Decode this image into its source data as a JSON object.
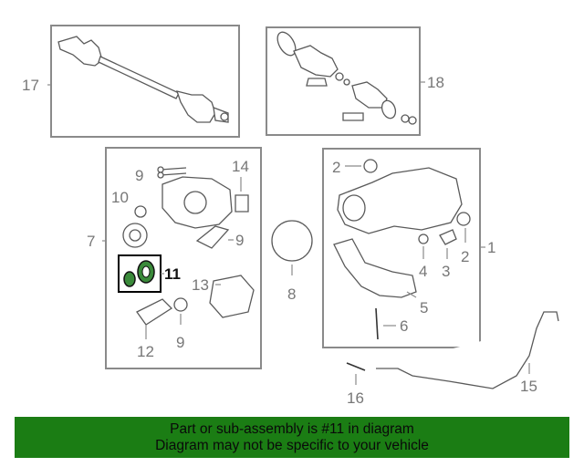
{
  "callouts": {
    "c1": "1",
    "c2a": "2",
    "c2b": "2",
    "c3": "3",
    "c4": "4",
    "c5": "5",
    "c6": "6",
    "c7": "7",
    "c8": "8",
    "c9a": "9",
    "c9b": "9",
    "c9c": "9",
    "c10": "10",
    "c11": "11",
    "c12": "12",
    "c13": "13",
    "c14": "14",
    "c15": "15",
    "c16": "16",
    "c17": "17",
    "c18": "18"
  },
  "banner": {
    "line1": "Part or sub-assembly is #11 in diagram",
    "line2": "Diagram may not be specific to your vehicle"
  },
  "colors": {
    "banner_bg": "#1b7d14",
    "highlight": "#000000",
    "seal_fill": "#3a8a3a"
  }
}
